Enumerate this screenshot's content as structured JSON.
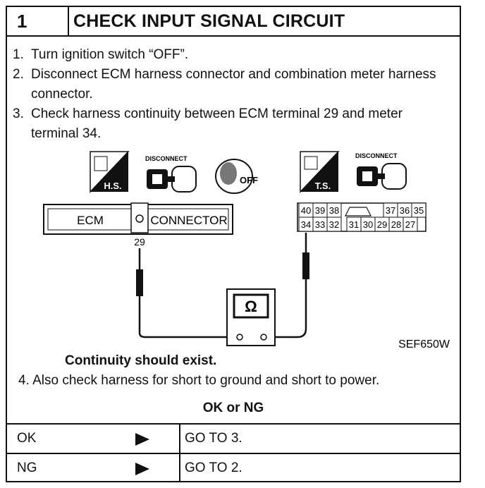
{
  "header": {
    "number": "1",
    "title": "CHECK INPUT SIGNAL CIRCUIT"
  },
  "steps": [
    {
      "n": "1.",
      "text": "Turn ignition switch “OFF”."
    },
    {
      "n": "2.",
      "text": "Disconnect ECM harness connector and combination meter harness connector."
    },
    {
      "n": "3.",
      "text": "Check harness continuity between ECM terminal 29 and meter terminal 34."
    }
  ],
  "figure": {
    "hs_label": "H.S.",
    "ts_label": "T.S.",
    "disconnect_label": "DISCONNECT",
    "off_label": "OFF",
    "ecm_label": "ECM",
    "connector_label": "CONNECTOR",
    "ecm_terminal": "29",
    "meter_top_left": [
      "40",
      "39",
      "38"
    ],
    "meter_top_right": [
      "37",
      "36",
      "35"
    ],
    "meter_bottom": [
      "34",
      "33",
      "32",
      "31",
      "30",
      "29",
      "28",
      "27"
    ],
    "ohm_symbol": "Ω",
    "figure_id": "SEF650W"
  },
  "result_text": "Continuity should exist.",
  "step4": {
    "n": "4.",
    "text": "Also check harness for short to ground and short to power."
  },
  "okng_heading": "OK or NG",
  "outcomes": [
    {
      "key": "OK",
      "action": "GO TO 3."
    },
    {
      "key": "NG",
      "action": "GO TO 2."
    }
  ]
}
